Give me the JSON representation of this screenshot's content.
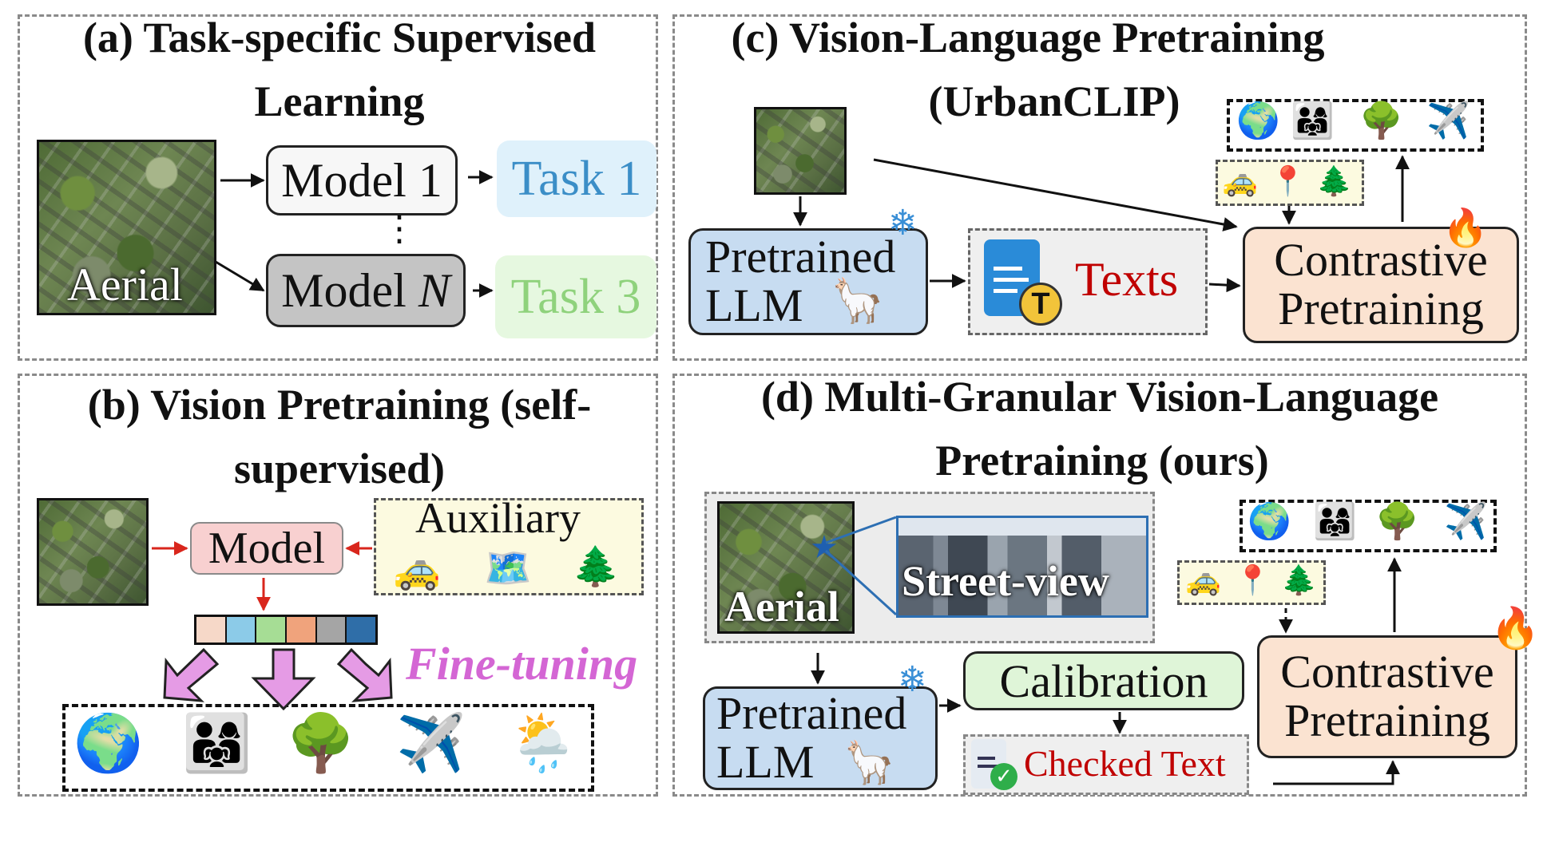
{
  "panel_a": {
    "title_line1": "(a) Task-specific Supervised",
    "title_line2": "Learning",
    "image_label": "Aerial",
    "model_1": "Model 1",
    "model_n_prefix": "Model ",
    "model_n_var": "N",
    "vdots": "⋮",
    "task_1": "Task 1",
    "task_3": "Task 3"
  },
  "panel_b": {
    "title_line1": "(b) Vision Pretraining (self-",
    "title_line2": "supervised)",
    "model": "Model",
    "auxiliary": "Auxiliary",
    "fine_tuning": "Fine-tuning"
  },
  "panel_c": {
    "title_line1": "(c) Vision-Language Pretraining",
    "title_line2": "(UrbanCLIP)",
    "pretrained": "Pretrained",
    "llm": "LLM",
    "texts": "Texts",
    "texts_icon_letter": "T",
    "contrastive": "Contrastive",
    "pretraining": "Pretraining"
  },
  "panel_d": {
    "title_line1": "(d) Multi-Granular Vision-Language",
    "title_line2": "Pretraining (ours)",
    "aerial_label": "Aerial",
    "street_view_label": "Street-view",
    "calibration": "Calibration",
    "pretrained": "Pretrained",
    "llm": "LLM",
    "checked_text": "Checked Text",
    "contrastive": "Contrastive",
    "pretraining": "Pretraining"
  },
  "icons": {
    "snowflake": "snowflake-icon",
    "fire": "fire-icon",
    "llama": "llama-icon"
  },
  "colors": {
    "task1_bg": "#dff1fb",
    "task1_text": "#3b8ec7",
    "task3_bg": "#e6f8e0",
    "task3_text": "#8fd27c",
    "model_b_bg": "#f8d0d0",
    "aux_bg": "#fcfae0",
    "llm_bg": "#c7dcf1",
    "contrastive_bg": "#fbe3d1",
    "calibration_bg": "#dff5d8",
    "texts_red": "#c00000",
    "fine_tuning_pink": "#d466d4",
    "red_arrow": "#d9261c"
  }
}
